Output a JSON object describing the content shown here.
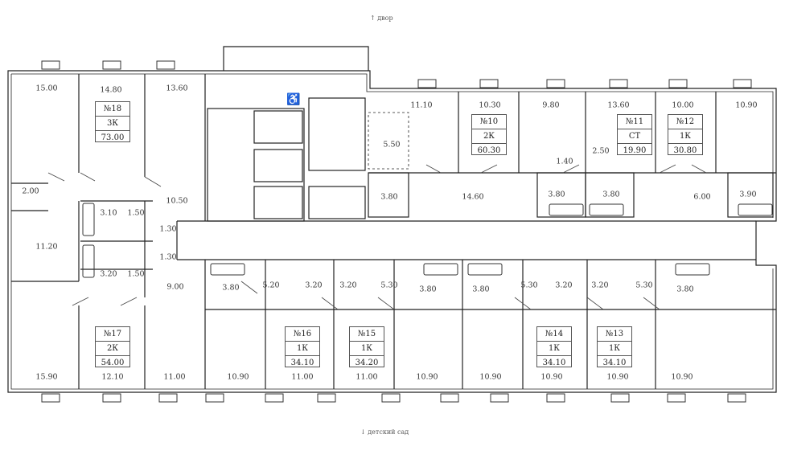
{
  "orientation": {
    "top": {
      "arrow": "↑",
      "text": "двор"
    },
    "bottom": {
      "arrow": "↓",
      "text": "детский сад"
    }
  },
  "apartments": [
    {
      "no": "№18",
      "type": "3К",
      "area": "73.00"
    },
    {
      "no": "№10",
      "type": "2К",
      "area": "60.30"
    },
    {
      "no": "№11",
      "type": "СТ",
      "area": "19.90"
    },
    {
      "no": "№12",
      "type": "1К",
      "area": "30.80"
    },
    {
      "no": "№17",
      "type": "2К",
      "area": "54.00"
    },
    {
      "no": "№16",
      "type": "1К",
      "area": "34.10"
    },
    {
      "no": "№15",
      "type": "1К",
      "area": "34.20"
    },
    {
      "no": "№14",
      "type": "1К",
      "area": "34.10"
    },
    {
      "no": "№13",
      "type": "1К",
      "area": "34.10"
    }
  ],
  "room_areas": [
    "15.00",
    "14.80",
    "13.60",
    "11.10",
    "10.30",
    "9.80",
    "13.60",
    "10.00",
    "10.90",
    "5.50",
    "2.50",
    "1.40",
    "2.00",
    "10.50",
    "3.10",
    "1.50",
    "1.30",
    "11.20",
    "1.30",
    "3.20",
    "1.50",
    "3.80",
    "14.60",
    "3.80",
    "3.80",
    "6.00",
    "3.90",
    "9.00",
    "3.80",
    "5.20",
    "3.20",
    "3.20",
    "5.30",
    "3.80",
    "3.80",
    "5.30",
    "3.20",
    "3.20",
    "5.30",
    "3.80",
    "15.90",
    "12.10",
    "11.00",
    "10.90",
    "11.00",
    "11.00",
    "10.90",
    "10.90",
    "10.90",
    "10.90",
    "10.90"
  ]
}
